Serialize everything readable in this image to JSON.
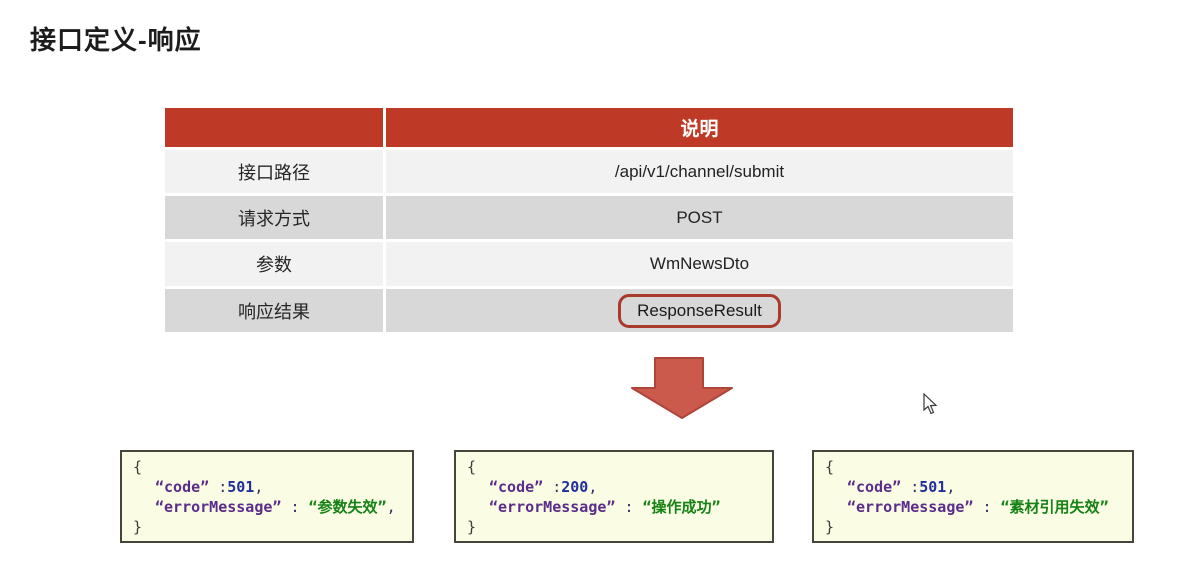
{
  "page": {
    "title": "接口定义-响应"
  },
  "table": {
    "header": {
      "col1": "",
      "col2": "说明"
    },
    "rows": [
      {
        "label": "接口路径",
        "value": "/api/v1/channel/submit"
      },
      {
        "label": "请求方式",
        "value": "POST"
      },
      {
        "label": "参数",
        "value": "WmNewsDto"
      },
      {
        "label": "响应结果",
        "value": "ResponseResult"
      }
    ]
  },
  "icons": {
    "arrow": "down-arrow",
    "cursor": "mouse-pointer"
  },
  "colors": {
    "header_red": "#bf3a26",
    "row_light": "#f2f2f2",
    "row_dark": "#d8d8d8",
    "arrow_fill": "#cb5a4c",
    "arrow_stroke": "#ad4639",
    "highlight_border": "#a93b2d",
    "code_box_bg": "#fbfce4",
    "json_key": "#5a2d8a",
    "json_number": "#1e2f9a",
    "json_string": "#148214"
  },
  "code_boxes": [
    {
      "brace_open": "{",
      "code_key": "“code”",
      "code_colon": " :",
      "code_value": "501",
      "code_comma": ",",
      "msg_key": "“errorMessage”",
      "msg_colon": " : ",
      "msg_value": "“参数失效”",
      "msg_comma": ",",
      "brace_close": "}"
    },
    {
      "brace_open": "{",
      "code_key": "“code”",
      "code_colon": " :",
      "code_value": "200",
      "code_comma": ",",
      "msg_key": "“errorMessage”",
      "msg_colon": " : ",
      "msg_value": "“操作成功”",
      "msg_comma": "",
      "brace_close": "}"
    },
    {
      "brace_open": "{",
      "code_key": "“code”",
      "code_colon": " :",
      "code_value": "501",
      "code_comma": ",",
      "msg_key": "“errorMessage”",
      "msg_colon": " : ",
      "msg_value": "“素材引用失效”",
      "msg_comma": "",
      "brace_close": "}"
    }
  ]
}
